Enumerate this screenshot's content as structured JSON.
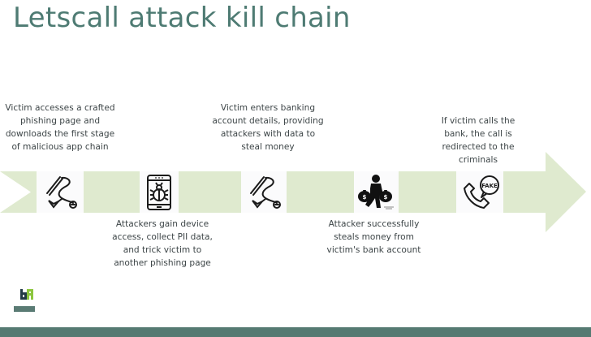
{
  "title": "Letscall attack kill chain",
  "colors": {
    "title": "#4e7b73",
    "band": "#dfeacf",
    "icon_bg": "#fbfbfc",
    "footer": "#557a72",
    "logo_dark": "#233a46",
    "logo_green": "#8cc63f"
  },
  "steps": [
    {
      "caption": "Victim accesses a crafted phishing page and downloads the first stage of malicious app chain",
      "icon": "fishing-hook-icon",
      "position": "above"
    },
    {
      "caption": "Attackers gain device access, collect PII data, and trick victim to another phishing page",
      "icon": "smartphone-bug-icon",
      "position": "below"
    },
    {
      "caption": "Victim enters banking account details, providing attackers with data to steal money",
      "icon": "fishing-hook-icon",
      "position": "above"
    },
    {
      "caption": "Attacker successfully steals money from victim's bank account",
      "icon": "thief-money-bags-icon",
      "position": "below"
    },
    {
      "caption": "If victim calls the bank, the call is redirected to the criminals",
      "icon": "fake-phone-call-icon",
      "position": "above"
    }
  ],
  "fake_label": "FAKE"
}
